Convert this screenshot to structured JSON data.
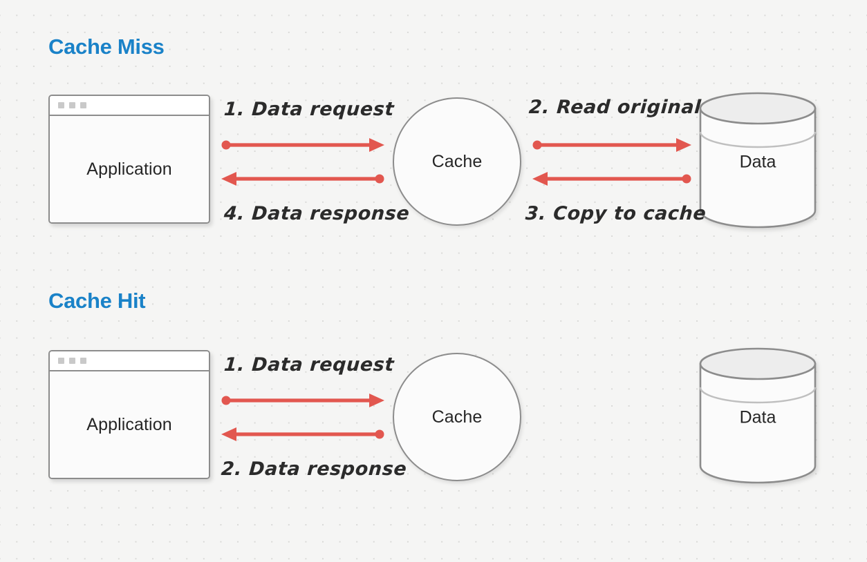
{
  "colors": {
    "background": "#f5f5f4",
    "dot_grid": "#d9d9d7",
    "title_blue": "#1a82c8",
    "arrow_red": "#e2574f",
    "node_border": "#8c8c8c",
    "node_fill": "#fbfbfb",
    "text_dark": "#262626"
  },
  "sections": [
    {
      "id": "cache-miss",
      "title": "Cache Miss",
      "nodes": {
        "application": "Application",
        "cache": "Cache",
        "data": "Data"
      },
      "steps": [
        {
          "number": "1.",
          "text": "1. Data request",
          "direction": "right",
          "between": "application-to-cache"
        },
        {
          "number": "4.",
          "text": "4. Data response",
          "direction": "left",
          "between": "cache-to-application"
        },
        {
          "number": "2.",
          "text": "2. Read original",
          "direction": "right",
          "between": "cache-to-data"
        },
        {
          "number": "3.",
          "text": "3. Copy to cache",
          "direction": "left",
          "between": "data-to-cache"
        }
      ]
    },
    {
      "id": "cache-hit",
      "title": "Cache Hit",
      "nodes": {
        "application": "Application",
        "cache": "Cache",
        "data": "Data"
      },
      "steps": [
        {
          "number": "1.",
          "text": "1. Data request",
          "direction": "right",
          "between": "application-to-cache"
        },
        {
          "number": "2.",
          "text": "2. Data response",
          "direction": "left",
          "between": "cache-to-application"
        }
      ]
    }
  ],
  "window_chrome": {
    "dot_count": 3
  }
}
